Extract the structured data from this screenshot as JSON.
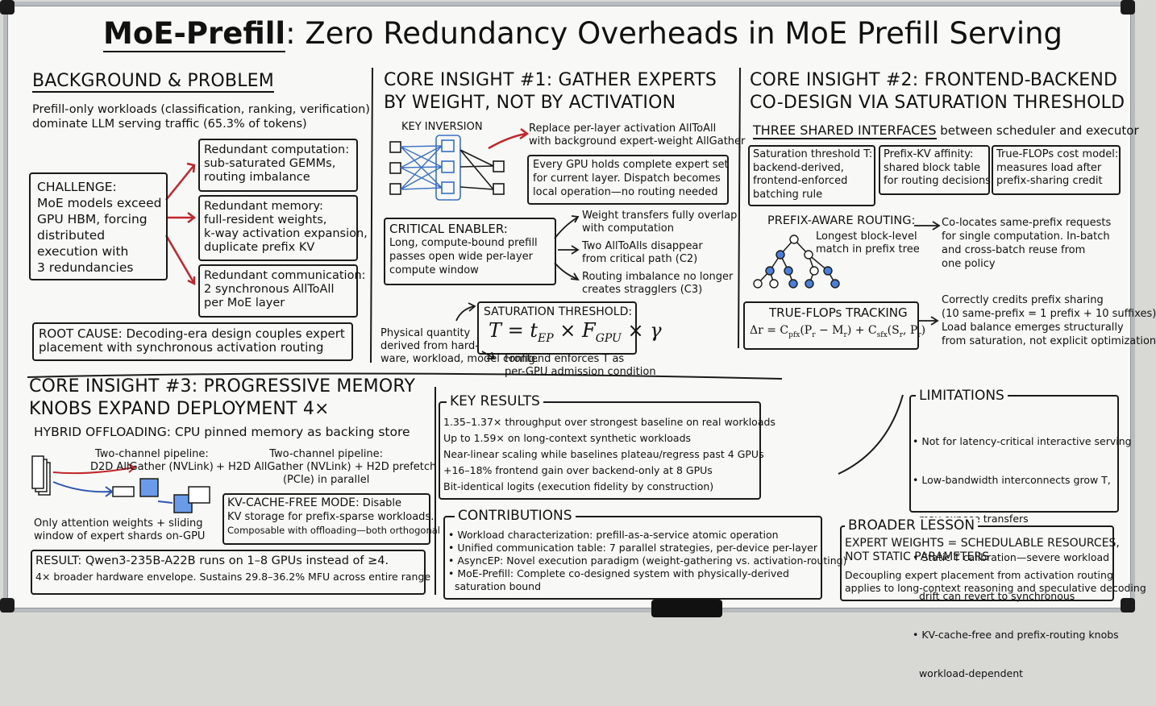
{
  "title": {
    "part1": "MoE-Prefill",
    "part2": ": Zero Redundancy Overheads in MoE Prefill Serving"
  },
  "background": {
    "heading": "BACKGROUND & PROBLEM",
    "intro": [
      "Prefill-only workloads (classification, ranking, verification)",
      "dominate LLM serving traffic (65.3% of tokens)"
    ],
    "challenge": [
      "CHALLENGE:",
      "MoE models exceed",
      "GPU HBM, forcing",
      "distributed",
      "execution with",
      "3 redundancies"
    ],
    "redundancies": [
      [
        "Redundant computation:",
        "sub-saturated GEMMs,",
        "routing imbalance"
      ],
      [
        "Redundant memory:",
        "full-resident weights,",
        "k-way activation expansion,",
        "duplicate prefix KV"
      ],
      [
        "Redundant communication:",
        "2 synchronous AllToAll",
        "per MoE layer"
      ]
    ],
    "root_cause": [
      "ROOT CAUSE: Decoding-era design couples expert",
      "placement with synchronous activation routing"
    ]
  },
  "insight1": {
    "heading": [
      "CORE INSIGHT #1: GATHER EXPERTS",
      "BY WEIGHT, NOT BY ACTIVATION"
    ],
    "key_inversion": "KEY INVERSION",
    "replace": [
      "Replace per-layer activation AllToAll",
      "with background expert-weight AllGather"
    ],
    "every_gpu": [
      "Every GPU holds complete expert set",
      "for current layer. Dispatch becomes",
      "local operation—no routing needed"
    ],
    "critical": [
      "CRITICAL ENABLER:",
      "Long, compute-bound prefill",
      "passes open wide per-layer",
      "compute window"
    ],
    "outcomes": [
      [
        "Weight transfers fully overlap",
        "with computation"
      ],
      [
        "Two AllToAlls disappear",
        "from critical path (C2)"
      ],
      [
        "Routing imbalance no longer",
        "creates stragglers (C3)"
      ]
    ],
    "sat_label": "SATURATION THRESHOLD:",
    "physical": [
      "Physical quantity",
      "derived from hard-",
      "ware, workload, model config."
    ],
    "frontend": [
      "Frontend enforces T as",
      "per-GPU admission condition"
    ]
  },
  "insight2": {
    "heading": [
      "CORE INSIGHT #2: FRONTEND-BACKEND",
      "CO-DESIGN VIA SATURATION THRESHOLD"
    ],
    "interfaces_title": "THREE SHARED INTERFACES",
    "interfaces_suffix": " between scheduler and executor",
    "interfaces": [
      [
        "Saturation threshold T:",
        "backend-derived,",
        "frontend-enforced",
        "batching rule"
      ],
      [
        "Prefix-KV affinity:",
        "shared block table",
        "for routing decisions"
      ],
      [
        "True-FLOPs cost model:",
        "measures load after",
        "prefix-sharing credit"
      ]
    ],
    "routing_title": "PREFIX-AWARE ROUTING:",
    "routing_match": [
      "Longest block-level",
      "match in prefix tree"
    ],
    "routing_desc": [
      "Co-locates same-prefix requests",
      "for single computation. In-batch",
      "and cross-batch reuse from",
      "one policy"
    ],
    "tracking_title": "TRUE-FLOPs TRACKING",
    "tracking_desc": [
      "Correctly credits prefix sharing",
      "(10 same-prefix = 1 prefix + 10 suffixes)",
      "Load balance emerges structurally",
      "from saturation, not explicit optimization"
    ]
  },
  "insight3": {
    "heading": [
      "CORE INSIGHT #3: PROGRESSIVE MEMORY",
      "KNOBS EXPAND DEPLOYMENT 4×"
    ],
    "hybrid": "HYBRID OFFLOADING: CPU pinned memory as backing store",
    "pipe1": [
      "Two-channel pipeline:",
      "D2D AllGather (NVLink)"
    ],
    "pipe2": [
      "Two-channel pipeline:",
      "+ H2D AllGather (NVLink) + H2D prefetch",
      "(PCIe) in parallel"
    ],
    "only_attn": [
      "Only attention weights + sliding",
      "window of expert shards on-GPU"
    ],
    "kv_title": "KV-CACHE-FREE MODE:",
    "kv_desc": [
      " Disable",
      "KV storage for prefix-sparse workloads.",
      "Composable with offloading—both orthogonal"
    ],
    "result": [
      "RESULT: Qwen3-235B-A22B runs on 1–8 GPUs instead of ≥4.",
      "4× broader hardware envelope. Sustains 29.8–36.2% MFU across entire range"
    ]
  },
  "key_results": {
    "heading": "KEY RESULTS",
    "items": [
      "1.35–1.37× throughput over strongest baseline on real workloads",
      "Up to 1.59× on long-context synthetic workloads",
      "Near-linear scaling while baselines plateau/regress past 4 GPUs",
      "+16–18% frontend gain over backend-only at 8 GPUs",
      "Bit-identical logits (execution fidelity by construction)"
    ]
  },
  "contributions": {
    "heading": "CONTRIBUTIONS",
    "items": [
      [
        "• Workload characterization: prefill-as-a-service atomic operation"
      ],
      [
        "• Unified communication table: 7 parallel strategies, per-device per-layer"
      ],
      [
        "• AsyncEP: Novel execution paradigm (weight-gathering vs. activation-routing)"
      ],
      [
        "• MoE-Prefill: Complete co-designed system with physically-derived",
        "  saturation bound"
      ]
    ]
  },
  "limitations": {
    "heading": "LIMITATIONS",
    "items": [
      [
        "• Not for latency-critical interactive serving"
      ],
      [
        "• Low-bandwidth interconnects grow T,",
        "  may expose transfers"
      ],
      [
        "• Static T calibration—severe workload",
        "  drift can revert to synchronous"
      ],
      [
        "• KV-cache-free and prefix-routing knobs",
        "  workload-dependent"
      ]
    ]
  },
  "broader": {
    "heading": "BROADER LESSON",
    "bold": [
      "EXPERT WEIGHTS = SCHEDULABLE RESOURCES,",
      "NOT STATIC PARAMETERS"
    ],
    "desc": [
      "Decoupling expert placement from activation routing",
      "applies to long-context reasoning and speculative decoding"
    ]
  }
}
